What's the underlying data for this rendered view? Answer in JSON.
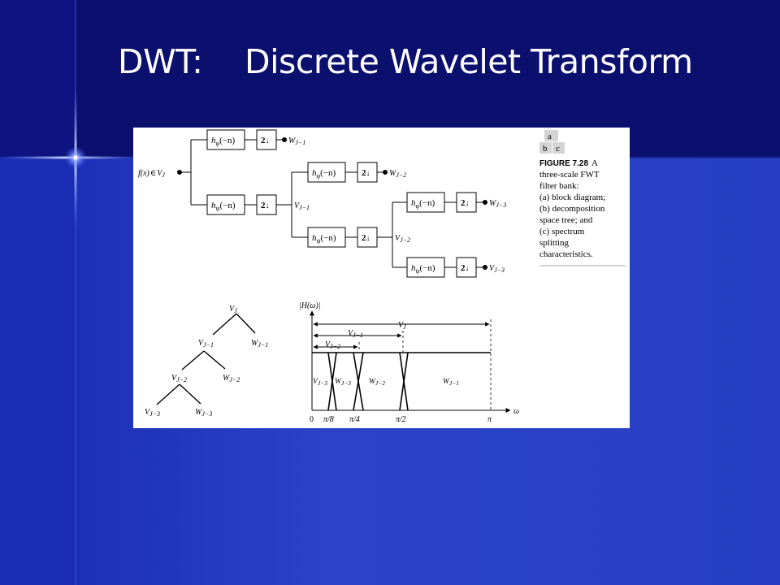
{
  "slide": {
    "title_label": "DWT:",
    "title_text": "Discrete Wavelet Transform"
  },
  "figure": {
    "panel_keys": [
      "a",
      "b",
      "c"
    ],
    "caption_label": "FIGURE 7.28",
    "caption_lines": [
      "A",
      "three-scale FWT",
      "filter bank:",
      "(a) block diagram;",
      "(b) decomposition",
      "space tree; and",
      "(c) spectrum",
      "splitting",
      "characteristics."
    ]
  },
  "block_diagram": {
    "input": {
      "fx": "f(x)",
      "elem": "∈",
      "space": "V",
      "sub": "J"
    },
    "lowpass_filter": {
      "h": "h",
      "sub": "φ",
      "arg": "(−n)"
    },
    "highpass_filter": {
      "h": "h",
      "sub": "ψ",
      "arg": "(−n)"
    },
    "downsampler": {
      "label": "2",
      "arrow": "↓"
    },
    "outputs": [
      {
        "letter": "W",
        "sub": "J−1"
      },
      {
        "letter": "W",
        "sub": "J−2"
      },
      {
        "letter": "W",
        "sub": "J−3"
      },
      {
        "letter": "V",
        "sub": "J−3"
      }
    ],
    "intermediates": [
      {
        "letter": "V",
        "sub": "J−1"
      },
      {
        "letter": "V",
        "sub": "J−2"
      }
    ]
  },
  "tree": {
    "nodes": [
      {
        "letter": "V",
        "sub": "J"
      },
      {
        "letter": "V",
        "sub": "J−1"
      },
      {
        "letter": "W",
        "sub": "J−1"
      },
      {
        "letter": "V",
        "sub": "J−2"
      },
      {
        "letter": "W",
        "sub": "J−2"
      },
      {
        "letter": "V",
        "sub": "J−3"
      },
      {
        "letter": "W",
        "sub": "J−3"
      }
    ]
  },
  "spectrum": {
    "ylabel": "|H(ω)|",
    "xlabel": "ω",
    "x_ticks": [
      "0",
      "π/8",
      "π/4",
      "π/2",
      "π"
    ],
    "spans": [
      {
        "letter": "V",
        "sub": "J"
      },
      {
        "letter": "V",
        "sub": "J−1"
      },
      {
        "letter": "V",
        "sub": "J−2"
      }
    ],
    "bands": [
      {
        "letter": "V",
        "sub": "J−3"
      },
      {
        "letter": "W",
        "sub": "J−3"
      },
      {
        "letter": "W",
        "sub": "J−2"
      },
      {
        "letter": "W",
        "sub": "J−1"
      }
    ]
  },
  "theme": {
    "background": "#0b0f6e",
    "band": "#2a43c9",
    "sparkle": "#6f8dff"
  }
}
